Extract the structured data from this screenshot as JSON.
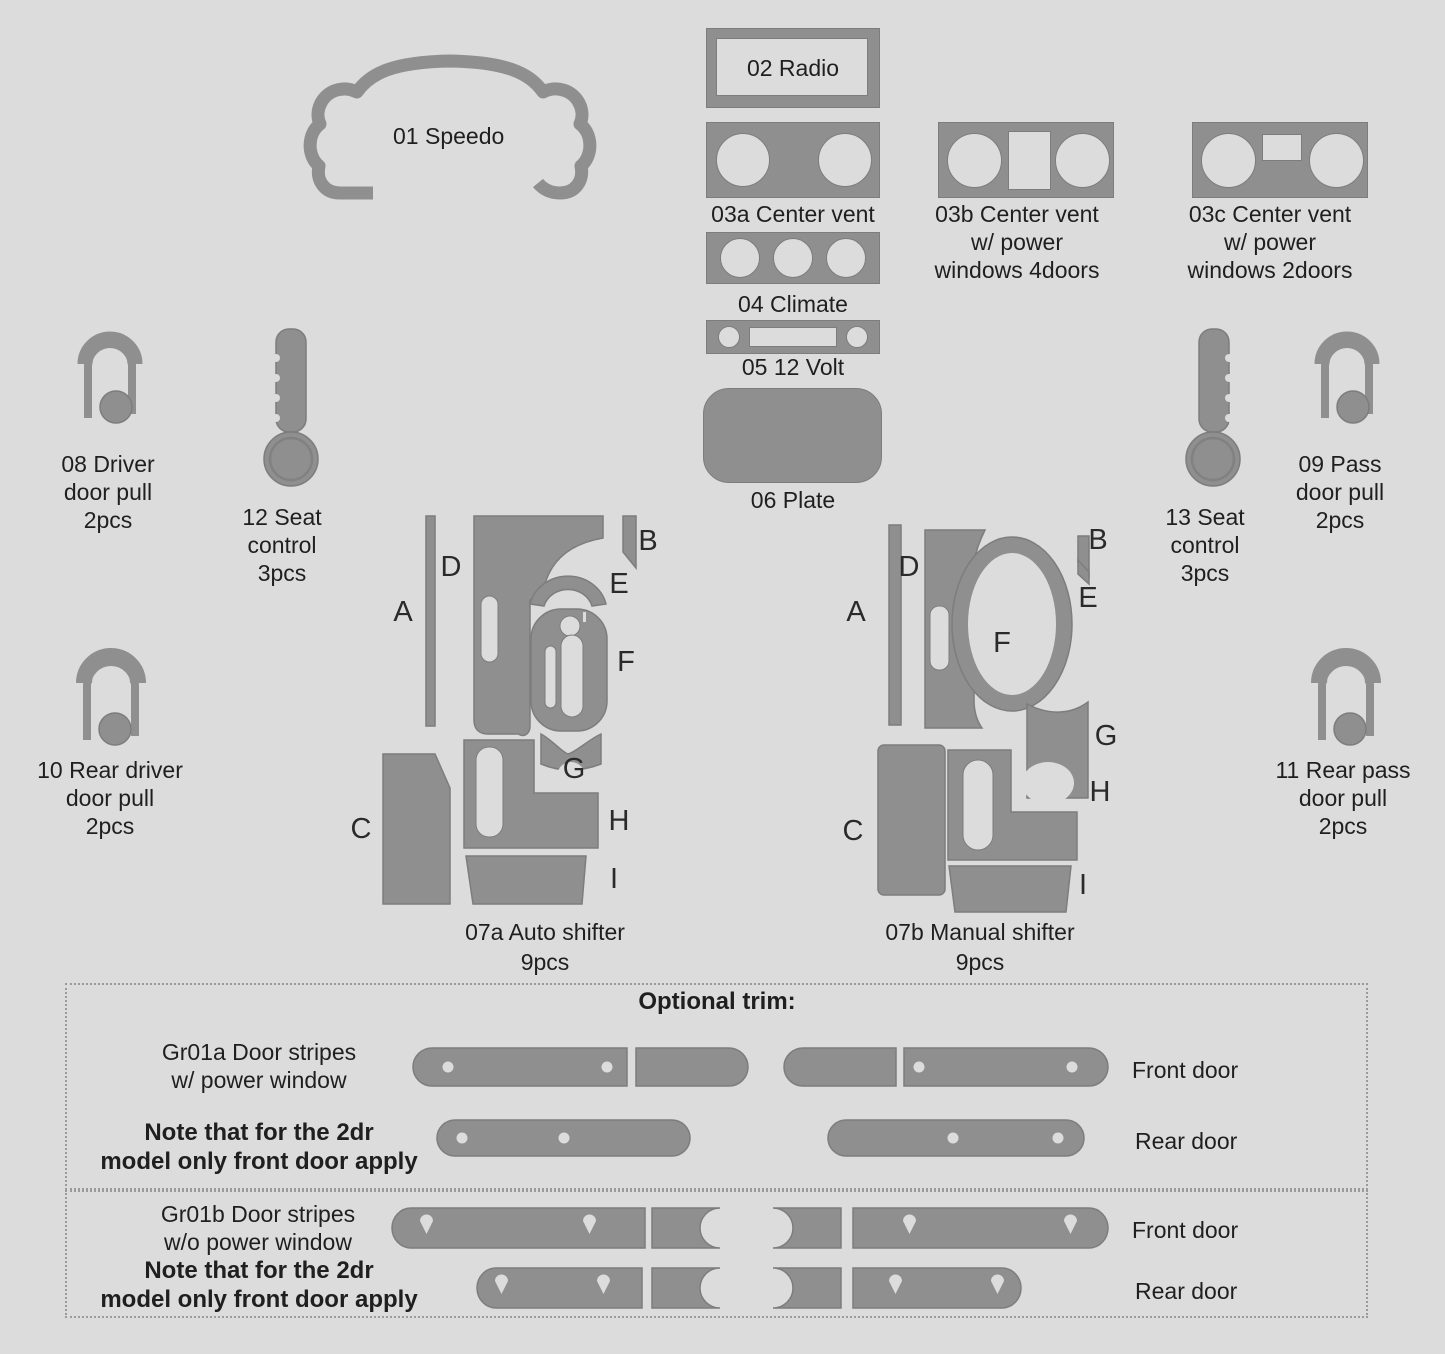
{
  "colors": {
    "background": "#dcdcdc",
    "part_gray": "#8f8f8f",
    "part_edge": "#7d7d7d",
    "text": "#1f1f1f",
    "dotted_border": "#9a9a9a"
  },
  "parts": {
    "speedo": {
      "label": "01 Speedo"
    },
    "radio": {
      "label": "02 Radio"
    },
    "vent_a": {
      "label": "03a Center vent"
    },
    "vent_b": {
      "line1": "03b Center vent",
      "line2": "w/ power",
      "line3": "windows 4doors"
    },
    "vent_c": {
      "line1": "03c Center vent",
      "line2": "w/ power",
      "line3": "windows 2doors"
    },
    "climate": {
      "label": "04 Climate"
    },
    "volt": {
      "label": "05 12 Volt"
    },
    "plate": {
      "label": "06 Plate"
    },
    "driver_door_pull": {
      "line1": "08 Driver",
      "line2": "door pull",
      "line3": "2pcs"
    },
    "pass_door_pull": {
      "line1": "09 Pass",
      "line2": "door pull",
      "line3": "2pcs"
    },
    "rear_driver_door_pull": {
      "line1": "10 Rear driver",
      "line2": "door pull",
      "line3": "2pcs"
    },
    "rear_pass_door_pull": {
      "line1": "11 Rear pass",
      "line2": "door pull",
      "line3": "2pcs"
    },
    "seat_control_left": {
      "line1": "12 Seat",
      "line2": "control",
      "line3": "3pcs"
    },
    "seat_control_right": {
      "line1": "13 Seat",
      "line2": "control",
      "line3": "3pcs"
    }
  },
  "shifters": {
    "auto": {
      "caption": "07a Auto shifter",
      "pieces": "9pcs",
      "letters": [
        "A",
        "B",
        "C",
        "D",
        "E",
        "F",
        "G",
        "H",
        "I"
      ]
    },
    "manual": {
      "caption": "07b Manual shifter",
      "pieces": "9pcs",
      "letters": [
        "A",
        "B",
        "C",
        "D",
        "E",
        "F",
        "G",
        "H",
        "I"
      ]
    }
  },
  "optional_trim": {
    "heading": "Optional trim:",
    "gr01a": {
      "line1": "Gr01a Door stripes",
      "line2": "w/ power window",
      "note1": "Note that for the 2dr",
      "note2": "model only front door apply",
      "front_label": "Front door",
      "rear_label": "Rear door"
    },
    "gr01b": {
      "line1": "Gr01b Door stripes",
      "line2": "w/o power window",
      "note1": "Note that for the 2dr",
      "note2": "model only front door apply",
      "front_label": "Front door",
      "rear_label": "Rear door"
    }
  }
}
